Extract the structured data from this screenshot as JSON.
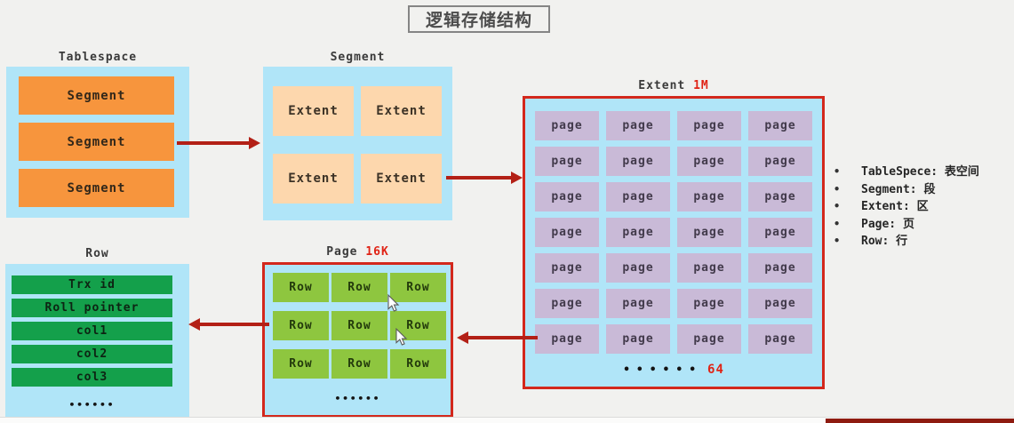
{
  "title": "逻辑存储结构",
  "tablespace": {
    "label": "Tablespace",
    "segments": [
      "Segment",
      "Segment",
      "Segment"
    ]
  },
  "segment": {
    "label": "Segment",
    "extents": [
      "Extent",
      "Extent",
      "Extent",
      "Extent"
    ]
  },
  "extent": {
    "label": "Extent",
    "size": "1M",
    "page_label": "page",
    "page_count": 28,
    "ellipsis": "••••••",
    "total": "64"
  },
  "page": {
    "label": "Page",
    "size": "16K",
    "row_label": "Row",
    "row_count": 9,
    "ellipsis": "••••••"
  },
  "row": {
    "label": "Row",
    "fields": [
      "Trx id",
      "Roll pointer",
      "col1",
      "col2",
      "col3"
    ],
    "ellipsis": "••••••"
  },
  "legend": {
    "items": [
      "TableSpece: 表空间",
      "Segment: 段",
      "Extent: 区",
      "Page: 页",
      "Row: 行"
    ]
  },
  "colors": {
    "accent_red": "#d3281c",
    "red_text": "#e02315",
    "arrow_red": "#b32016",
    "container_blue": "#b0e5f8",
    "segment_orange": "#f7953d",
    "extent_peach": "#fdd7ad",
    "page_lavender": "#c9bad7",
    "row_green_dark": "#14a04b",
    "row_green_light": "#8ec63f"
  }
}
